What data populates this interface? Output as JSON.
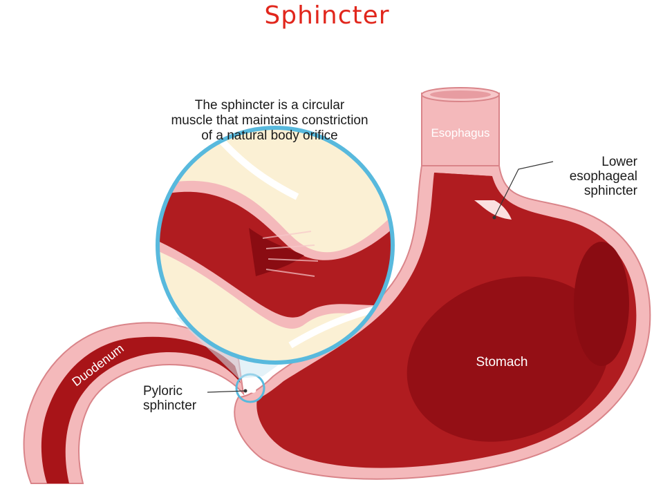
{
  "title": "Sphincter",
  "description": {
    "line1": "The sphincter is a circular",
    "line2": "muscle that maintains constriction",
    "line3": "of a natural body orifice"
  },
  "labels": {
    "esophagus": "Esophagus",
    "lower_sphincter_1": "Lower",
    "lower_sphincter_2": "esophageal",
    "lower_sphincter_3": "sphincter",
    "stomach": "Stomach",
    "duodenum": "Duodenum",
    "pyloric_1": "Pyloric",
    "pyloric_2": "sphincter"
  },
  "colors": {
    "title": "#e1261c",
    "tissue_dark": "#a81418",
    "tissue_mid": "#c0262a",
    "tissue_light": "#e8848a",
    "wall_pink": "#f4b9bb",
    "magnifier_ring": "#58b9dd",
    "inner_cream": "#fbf0d4"
  }
}
